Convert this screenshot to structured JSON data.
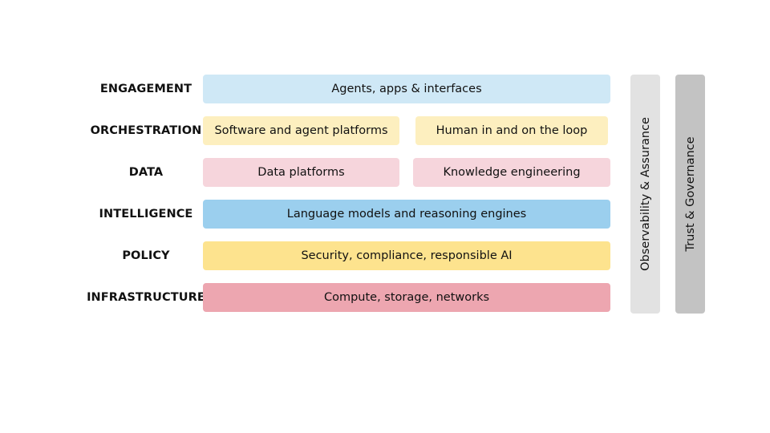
{
  "colors": {
    "engagement": "#cfe8f6",
    "orchestration": "#fdefbf",
    "data": "#f6d5dc",
    "intelligence": "#9bcfee",
    "policy": "#fde38e",
    "infrastructure": "#eda6b0",
    "observability": "#e2e2e2",
    "trust": "#c3c3c3"
  },
  "layers": {
    "engagement": {
      "label": "ENGAGEMENT",
      "boxes": [
        "Agents, apps & interfaces"
      ]
    },
    "orchestration": {
      "label": "ORCHESTRATION",
      "boxes": [
        "Software and agent platforms",
        "Human in and on the loop"
      ]
    },
    "data": {
      "label": "DATA",
      "boxes": [
        "Data platforms",
        "Knowledge engineering"
      ]
    },
    "intelligence": {
      "label": "INTELLIGENCE",
      "boxes": [
        "Language models and reasoning engines"
      ]
    },
    "policy": {
      "label": "POLICY",
      "boxes": [
        "Security, compliance, responsible AI"
      ]
    },
    "infrastructure": {
      "label": "INFRASTRUCTURE",
      "boxes": [
        "Compute, storage, networks"
      ]
    }
  },
  "side_bars": {
    "observability": "Observability & Assurance",
    "trust": "Trust & Governance"
  }
}
